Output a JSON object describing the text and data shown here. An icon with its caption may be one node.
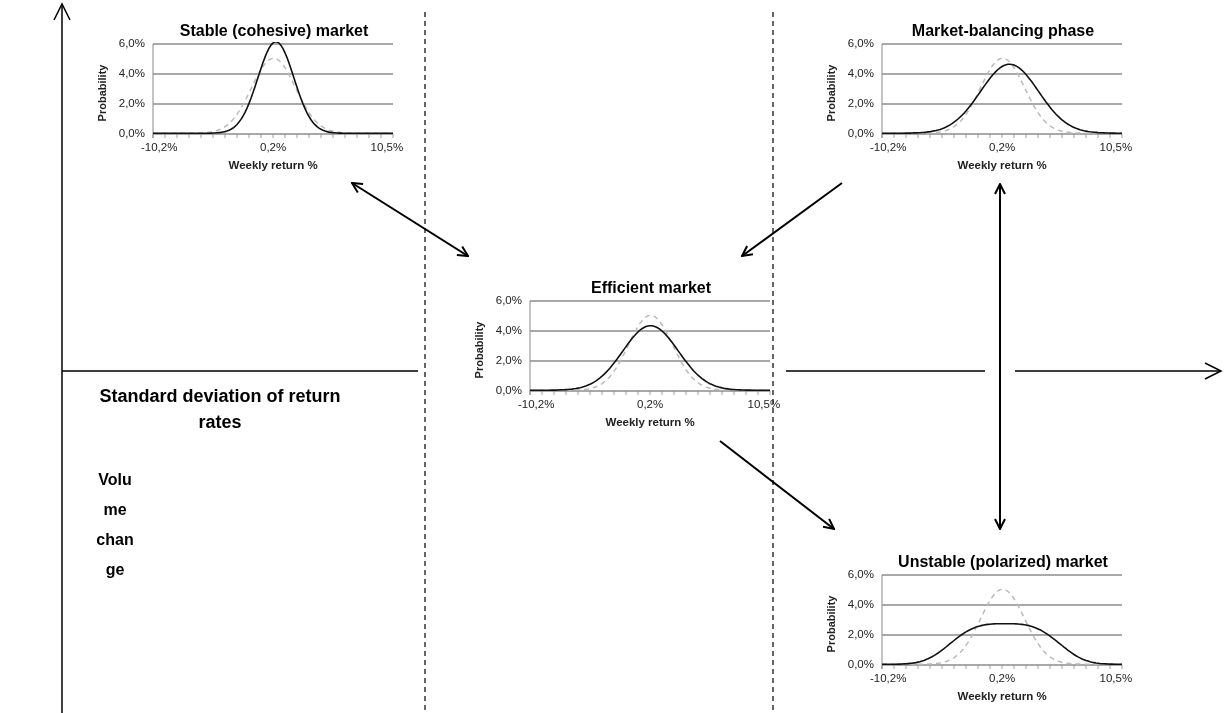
{
  "diagram": {
    "nodes": [
      {
        "text": [
          "Stable (cohesive) market",
          "Probability",
          "Weekly return %",
          "6,0%",
          "4,0%",
          "2,0%",
          "0,0%",
          "-10,2%",
          "0,2%",
          "10,5%"
        ]
      },
      {
        "text": [
          "Market-balancing phase",
          "Probability",
          "Weekly return %",
          "6,0%",
          "4,0%",
          "2,0%",
          "0,0%",
          "-10,2%",
          "0,2%",
          "10,5%"
        ]
      },
      {
        "text": [
          "Efficient market",
          "Probability",
          "Weekly return %",
          "6,0%",
          "4,0%",
          "2,0%",
          "0,0%",
          "-10,2%",
          "0,2%",
          "10,5%"
        ]
      },
      {
        "text": [
          "Unstable (polarized) market",
          "Probability",
          "Weekly return %",
          "6,0%",
          "4,0%",
          "2,0%",
          "0,0%",
          "-10,2%",
          "0,2%",
          "10,5%"
        ]
      }
    ],
    "edges": [
      {
        "from": 0,
        "to": 2,
        "arrow": "both"
      },
      {
        "from": 1,
        "to": 2,
        "arrow": "to"
      },
      {
        "from": 1,
        "to": 3,
        "arrow": "both"
      },
      {
        "from": 2,
        "to": 3,
        "arrow": "to"
      }
    ],
    "labels": [
      "Standard deviation of return rates",
      "Volume change"
    ]
  }
}
